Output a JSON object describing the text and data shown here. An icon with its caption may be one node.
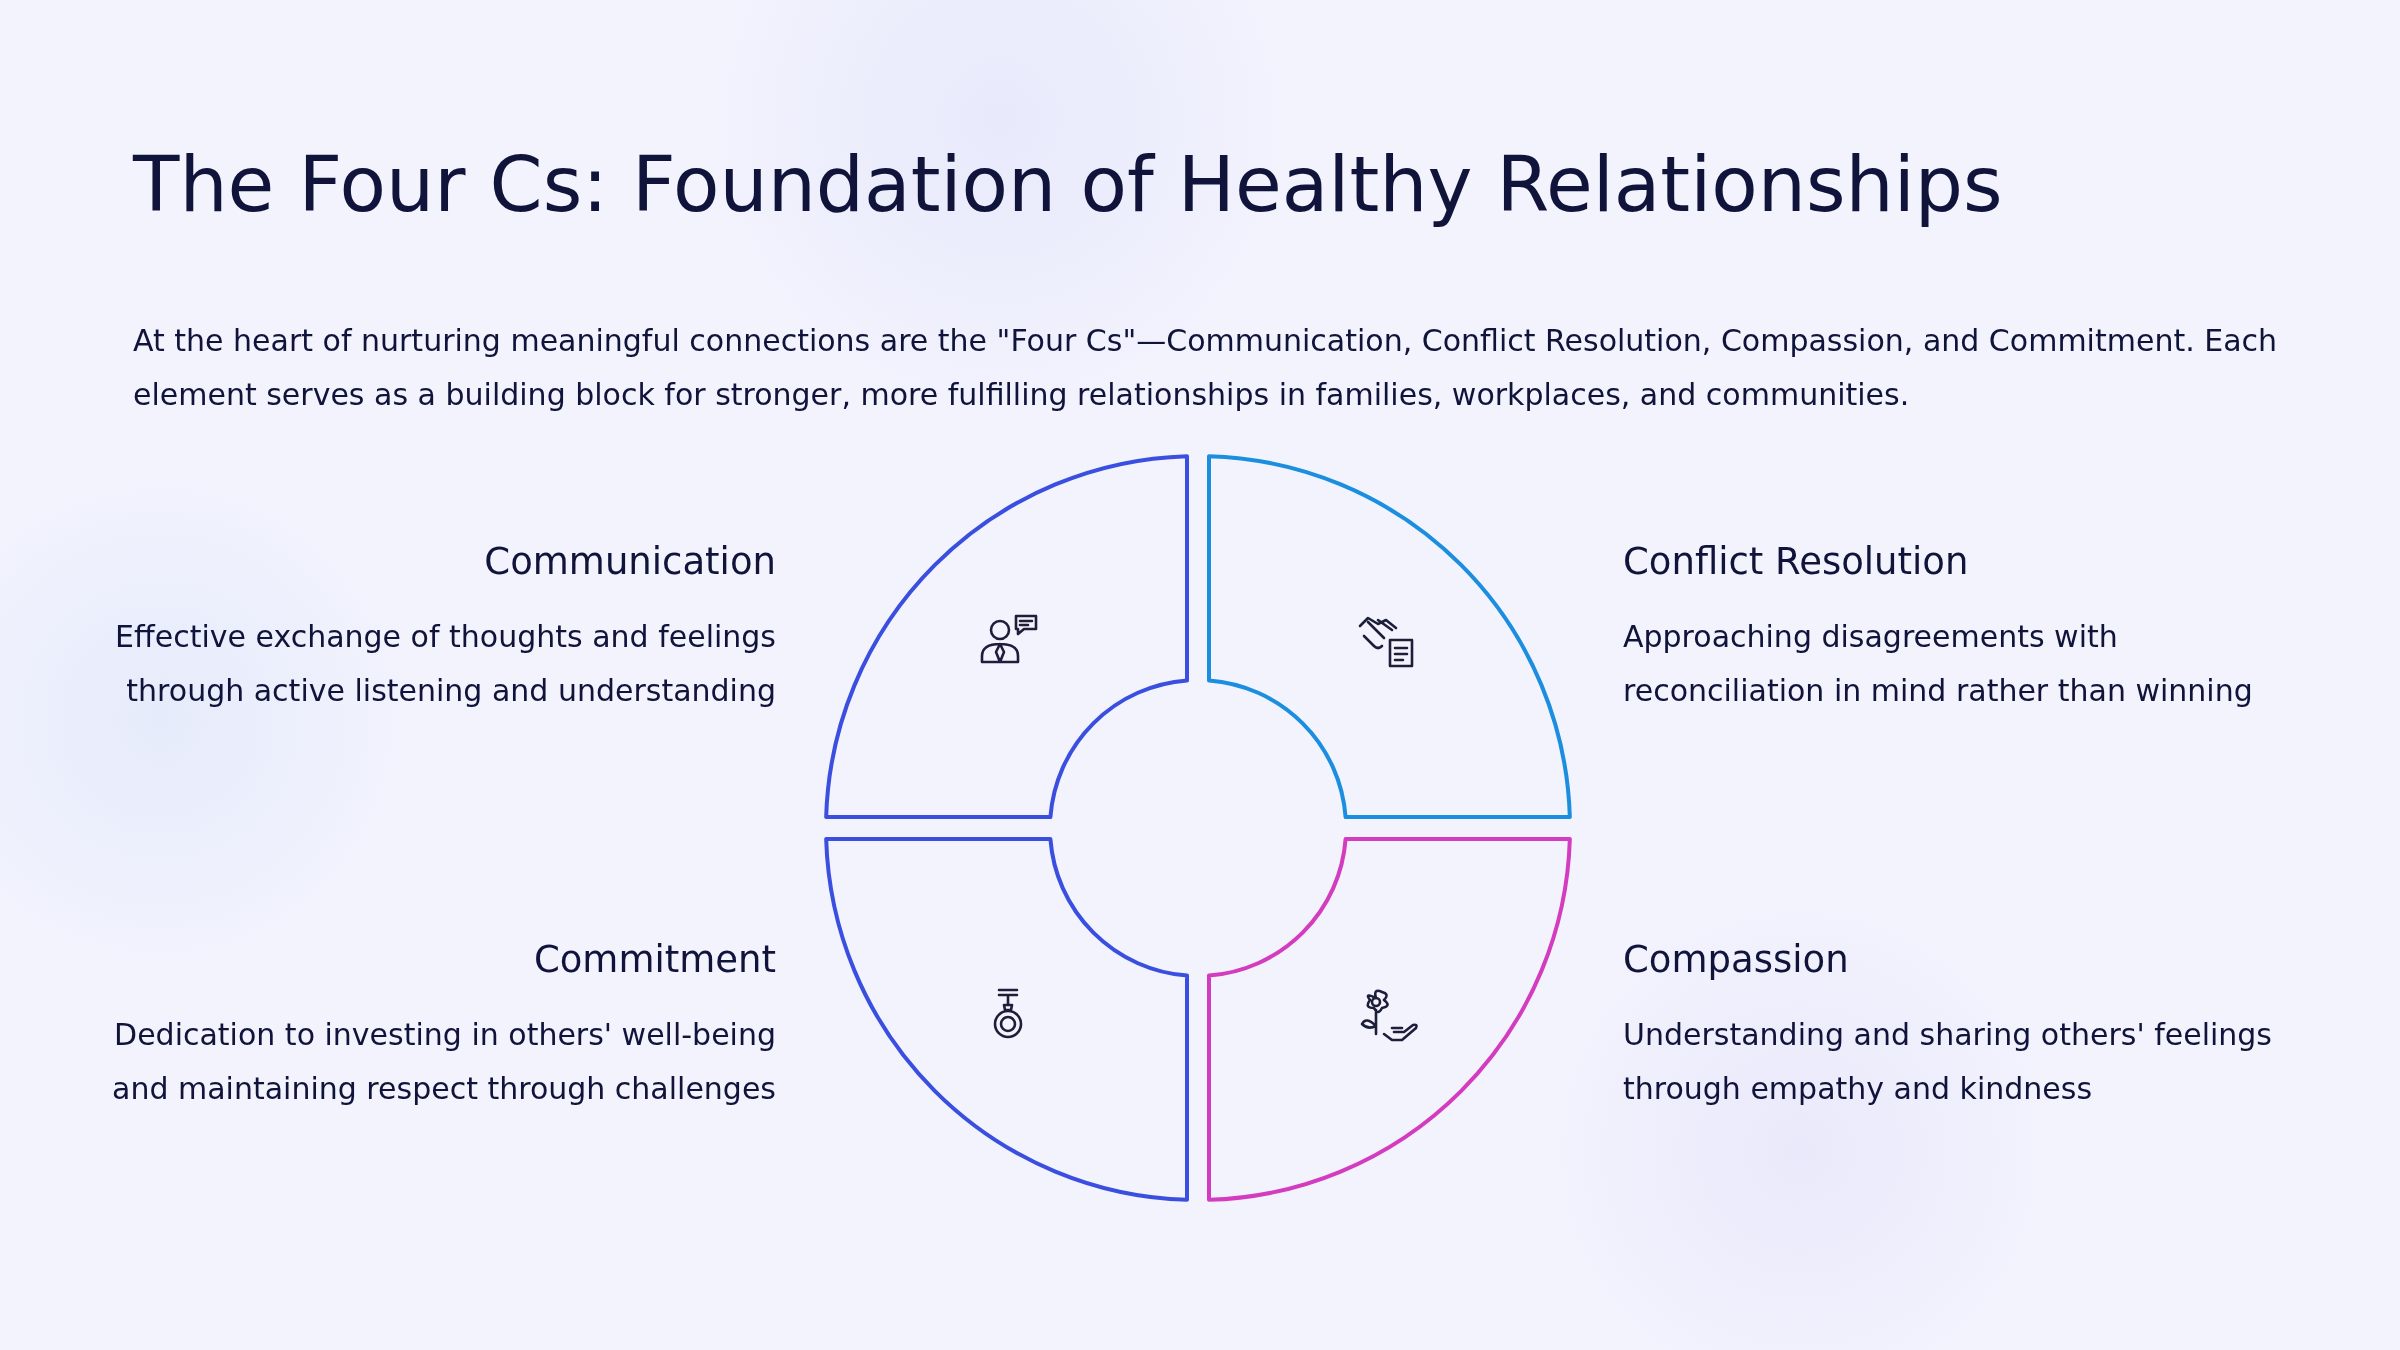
{
  "diagram": {
    "title": "The Four Cs: Foundation of Healthy Relationships",
    "nodes": [
      {
        "text": [],
        "shape": "box",
        "beside": [
          "Communication",
          "Effective exchange of thoughts and feelings through active listening and understanding"
        ]
      },
      {
        "text": [],
        "shape": "box",
        "beside": [
          "Conflict Resolution",
          "Approaching disagreements with reconciliation in mind rather than winning"
        ]
      },
      {
        "text": [],
        "shape": "box",
        "beside": [
          "Commitment",
          "Dedication to investing in others' well-being and maintaining respect through challenges"
        ]
      },
      {
        "text": [],
        "shape": "box",
        "beside": [
          "Compassion",
          "Understanding and sharing others' feelings through empathy and kindness"
        ]
      }
    ],
    "edges": [],
    "labels": [
      "At the heart of nurturing meaningful connections are the \"Four Cs\"—Communication, Conflict Resolution, Compassion, and Commitment. Each element serves as a building block for stronger, more fulfilling relationships in families, workplaces, and communities."
    ]
  }
}
